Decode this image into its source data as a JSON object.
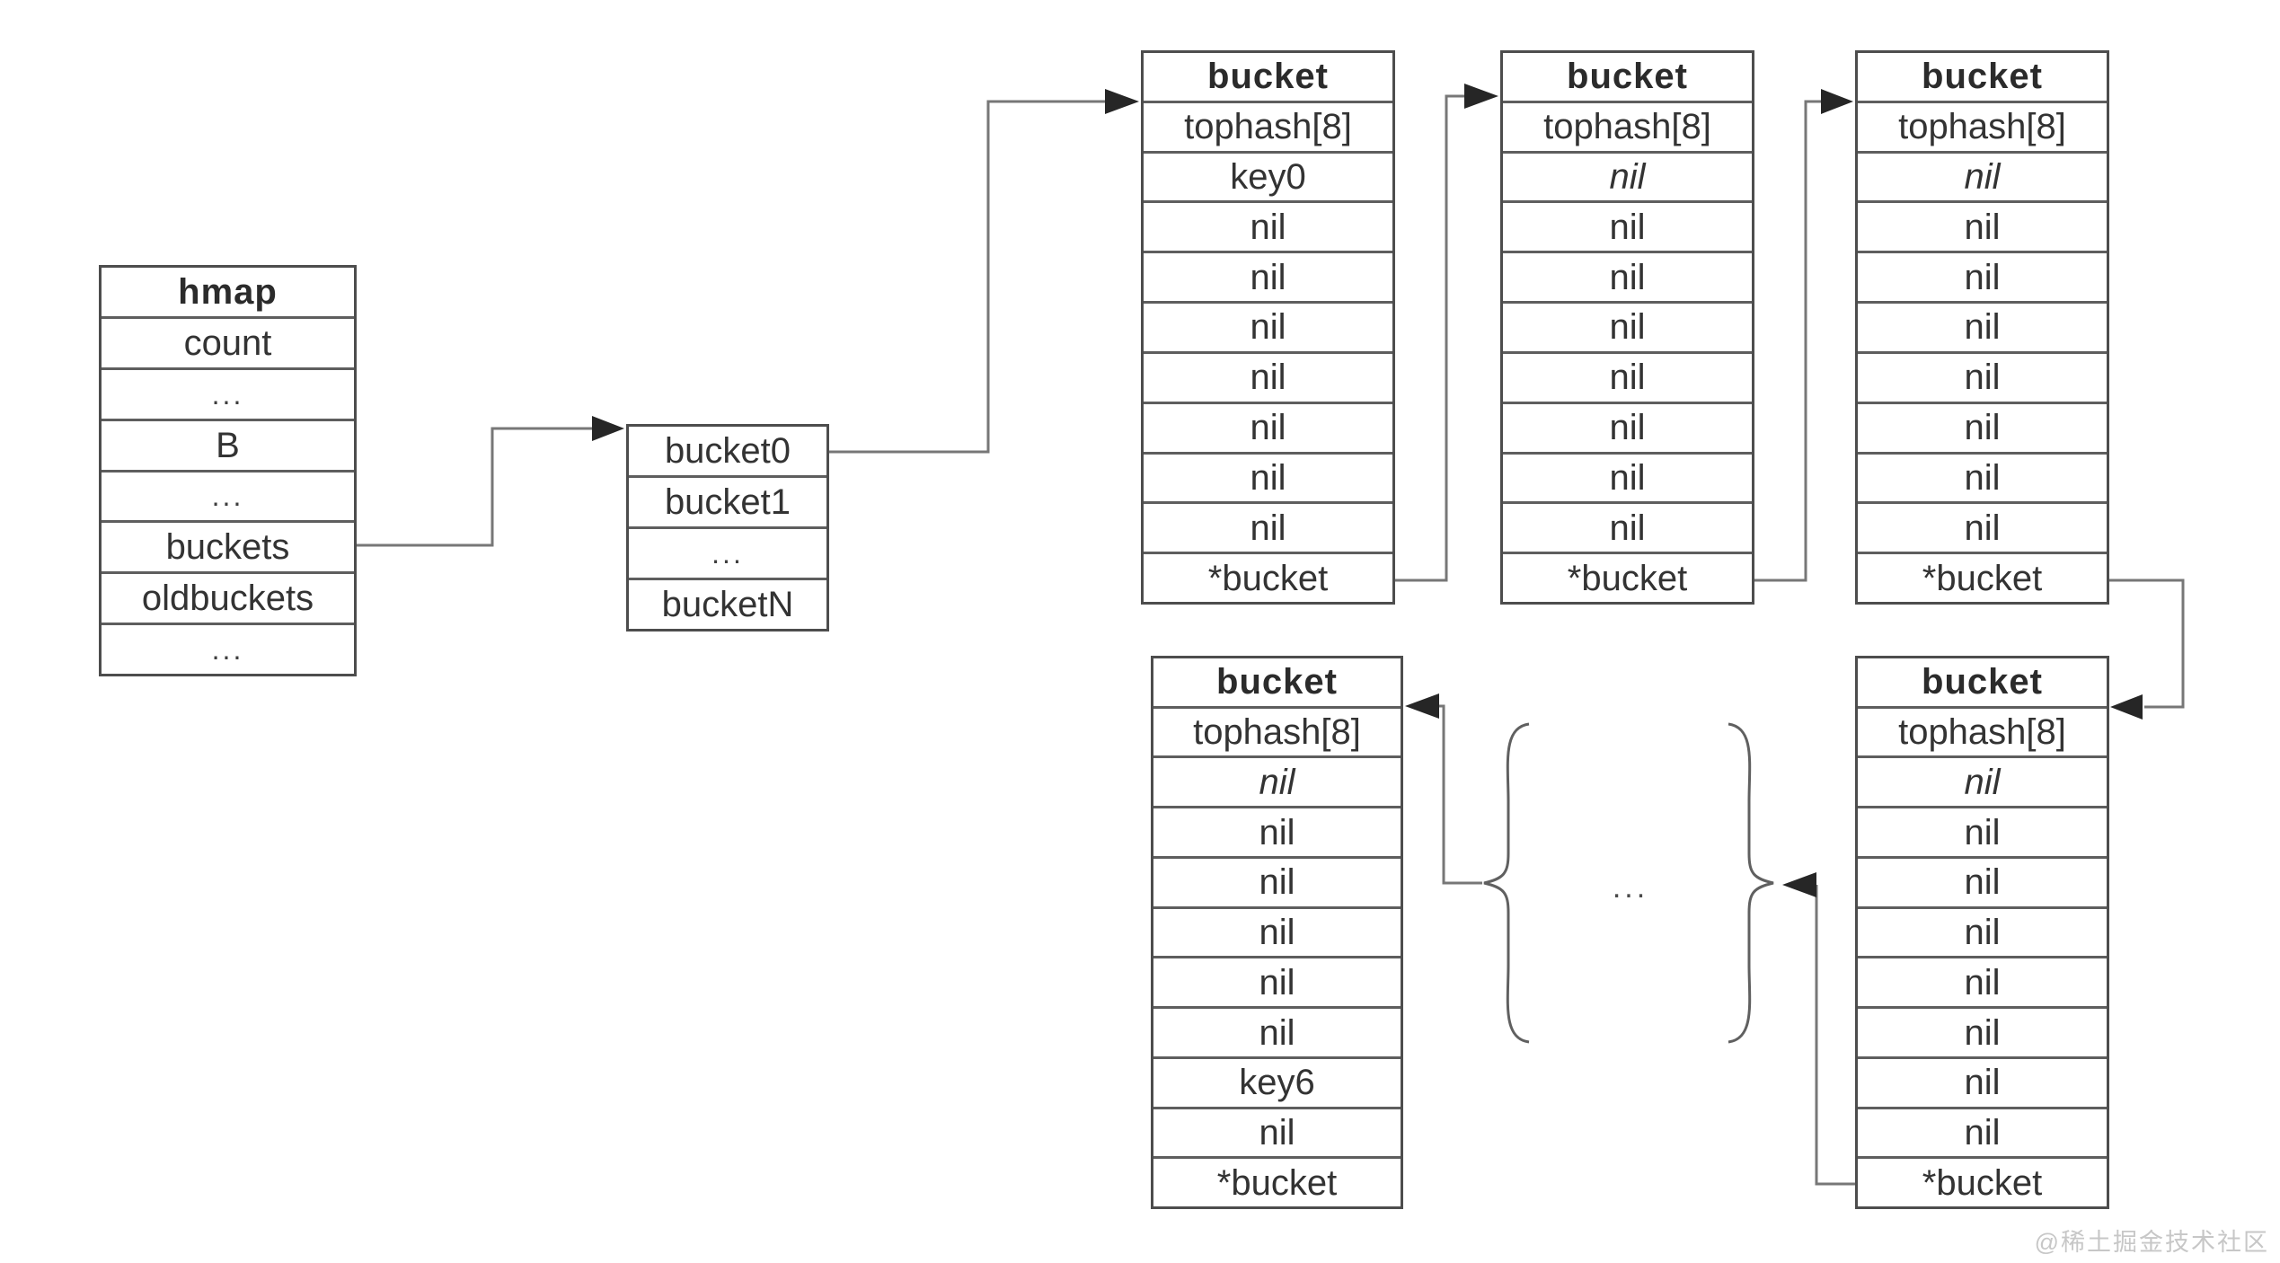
{
  "structs": {
    "hmap": {
      "title": "hmap",
      "rows": [
        "count",
        "...",
        "B",
        "...",
        "buckets",
        "oldbuckets",
        "..."
      ]
    },
    "bucket_array": {
      "rows": [
        "bucket0",
        "bucket1",
        "...",
        "bucketN"
      ]
    },
    "top_bucket_1": {
      "title": "bucket",
      "rows": [
        "tophash[8]",
        "key0",
        "nil",
        "nil",
        "nil",
        "nil",
        "nil",
        "nil",
        "nil",
        "*bucket"
      ]
    },
    "top_bucket_2": {
      "title": "bucket",
      "rows": [
        "tophash[8]",
        "nil",
        "nil",
        "nil",
        "nil",
        "nil",
        "nil",
        "nil",
        "nil",
        "*bucket"
      ]
    },
    "top_bucket_3": {
      "title": "bucket",
      "rows": [
        "tophash[8]",
        "nil",
        "nil",
        "nil",
        "nil",
        "nil",
        "nil",
        "nil",
        "nil",
        "*bucket"
      ]
    },
    "bottom_bucket_left": {
      "title": "bucket",
      "rows": [
        "tophash[8]",
        "nil",
        "nil",
        "nil",
        "nil",
        "nil",
        "nil",
        "key6",
        "nil",
        "*bucket"
      ]
    },
    "bottom_bucket_right": {
      "title": "bucket",
      "rows": [
        "tophash[8]",
        "nil",
        "nil",
        "nil",
        "nil",
        "nil",
        "nil",
        "nil",
        "nil",
        "*bucket"
      ]
    }
  },
  "labels": {
    "chain_ellipsis": "...",
    "watermark": "@稀土掘金技术社区"
  },
  "colors": {
    "line": "#777777",
    "arrowhead": "#262626",
    "table_border": "#4d4d4d",
    "text": "#333333",
    "watermark": "#c7c7c7",
    "background": "#ffffff"
  }
}
